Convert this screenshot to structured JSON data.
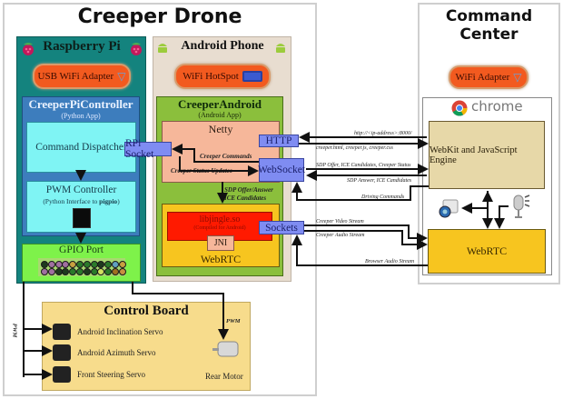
{
  "drone": {
    "title": "Creeper Drone",
    "raspberry": {
      "title": "Raspberry Pi",
      "wifi": "USB WiFi Adapter",
      "controller": {
        "title": "CreeperPiController",
        "subtitle": "(Python App)"
      },
      "dispatcher": "Command Dispatcher",
      "rpi_socket": "RPi Socket",
      "pwm": {
        "title": "PWM Controller",
        "subtitle_prefix": "(Python Interface to ",
        "subtitle_bold": "pigpio",
        "subtitle_suffix": ")"
      },
      "gpio": "GPIO Port",
      "gpio_pins_top": [
        "#1e3a1e",
        "#a070a0",
        "#a070a0",
        "#a070a0",
        "#c8a040",
        "#2a7a2a",
        "#2a7a2a",
        "#2a7a2a",
        "#1e3a1e",
        "#2a7a2a",
        "#60a0c0",
        "#c8a040"
      ],
      "gpio_pins_bottom": [
        "#a070a0",
        "#a070a0",
        "#1e3a1e",
        "#1e3a1e",
        "#2a7a2a",
        "#2a7a2a",
        "#1e3a1e",
        "#2a7a2a",
        "#d0e060",
        "#2a7a2a",
        "#a07020",
        "#c89040"
      ]
    },
    "android": {
      "title": "Android Phone",
      "hotspot": "WiFi HotSpot",
      "app": {
        "title": "CreeperAndroid",
        "subtitle": "(Android App)"
      },
      "netty": "Netty",
      "http": "HTTP",
      "websocket": "WebSocket",
      "creeper_commands": "Creeper Commands",
      "creeper_status": "Creeper Status Updates",
      "sdp1": "SDP Offer/Answer",
      "sdp2": "ICE Candidates",
      "libjingle": "libjingle.so",
      "libjingle_sub": "(Compiled for Android)",
      "jni": "JNI",
      "webrtc": "WebRTC",
      "sockets": "Sockets"
    },
    "control_board": {
      "title": "Control Board",
      "servos": [
        "Android Inclination Servo",
        "Android Azimuth Servo",
        "Front Steering Servo"
      ],
      "motor": "Rear Motor",
      "pwm_left": "PWM",
      "pwm_right": "PWM"
    }
  },
  "command_center": {
    "title": "Command Center",
    "wifi": "WiFi Adapter",
    "browser": "chrome",
    "webkit": "WebKit and JavaScript Engine",
    "webrtc": "WebRTC"
  },
  "links": {
    "url": "http://<ip-address>:8000/",
    "files": "creeper.html, creeper.js, creeper.css",
    "sdp_offer": "SDP Offer, ICE Candidates, Creeper Status",
    "sdp_answer": "SDP Answer, ICE Candidates",
    "driving": "Driving Commands",
    "video": "Creeper Video Stream",
    "audio": "Creeper Audio Stream",
    "browser_audio": "Browser Audio Stream"
  },
  "colors": {
    "raspberry_bg": "#14837e",
    "controller_bg": "#3d7dbd",
    "cyan": "#7ff4f4",
    "gpio_green": "#7ef24a",
    "android_bg": "#e8ddd0",
    "app_green": "#8bbf3c",
    "netty_bg": "#f6b79a",
    "webrtc_yellow": "#f7c51f",
    "libjingle_red": "#ff1a00",
    "webkit_bg": "#e7d8a8",
    "board_bg": "#f7dc8c",
    "pill_orange": "#f25a1f",
    "blue_box": "#7f8cf2"
  }
}
